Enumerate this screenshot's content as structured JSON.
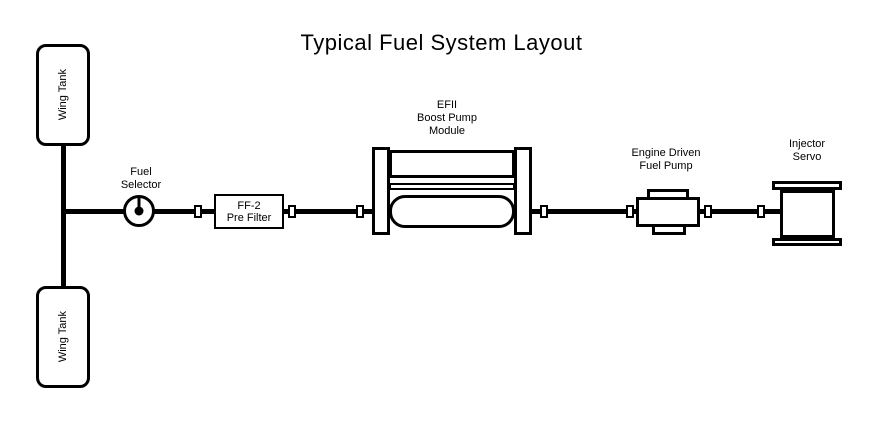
{
  "title": "Typical Fuel System Layout",
  "components": {
    "wing_tank_top": {
      "label": "Wing Tank"
    },
    "wing_tank_bottom": {
      "label": "Wing Tank"
    },
    "fuel_selector": {
      "label_lines": [
        "Fuel",
        "Selector"
      ]
    },
    "pre_filter": {
      "label_lines": [
        "FF-2",
        "Pre Filter"
      ]
    },
    "boost_pump_module": {
      "label_lines": [
        "EFII",
        "Boost Pump",
        "Module"
      ]
    },
    "engine_driven_pump": {
      "label_lines": [
        "Engine Driven",
        "Fuel Pump"
      ]
    },
    "injector_servo": {
      "label_lines": [
        "Injector",
        "Servo"
      ]
    }
  },
  "colors": {
    "diagram_line": "#000000",
    "background": "#ffffff"
  }
}
